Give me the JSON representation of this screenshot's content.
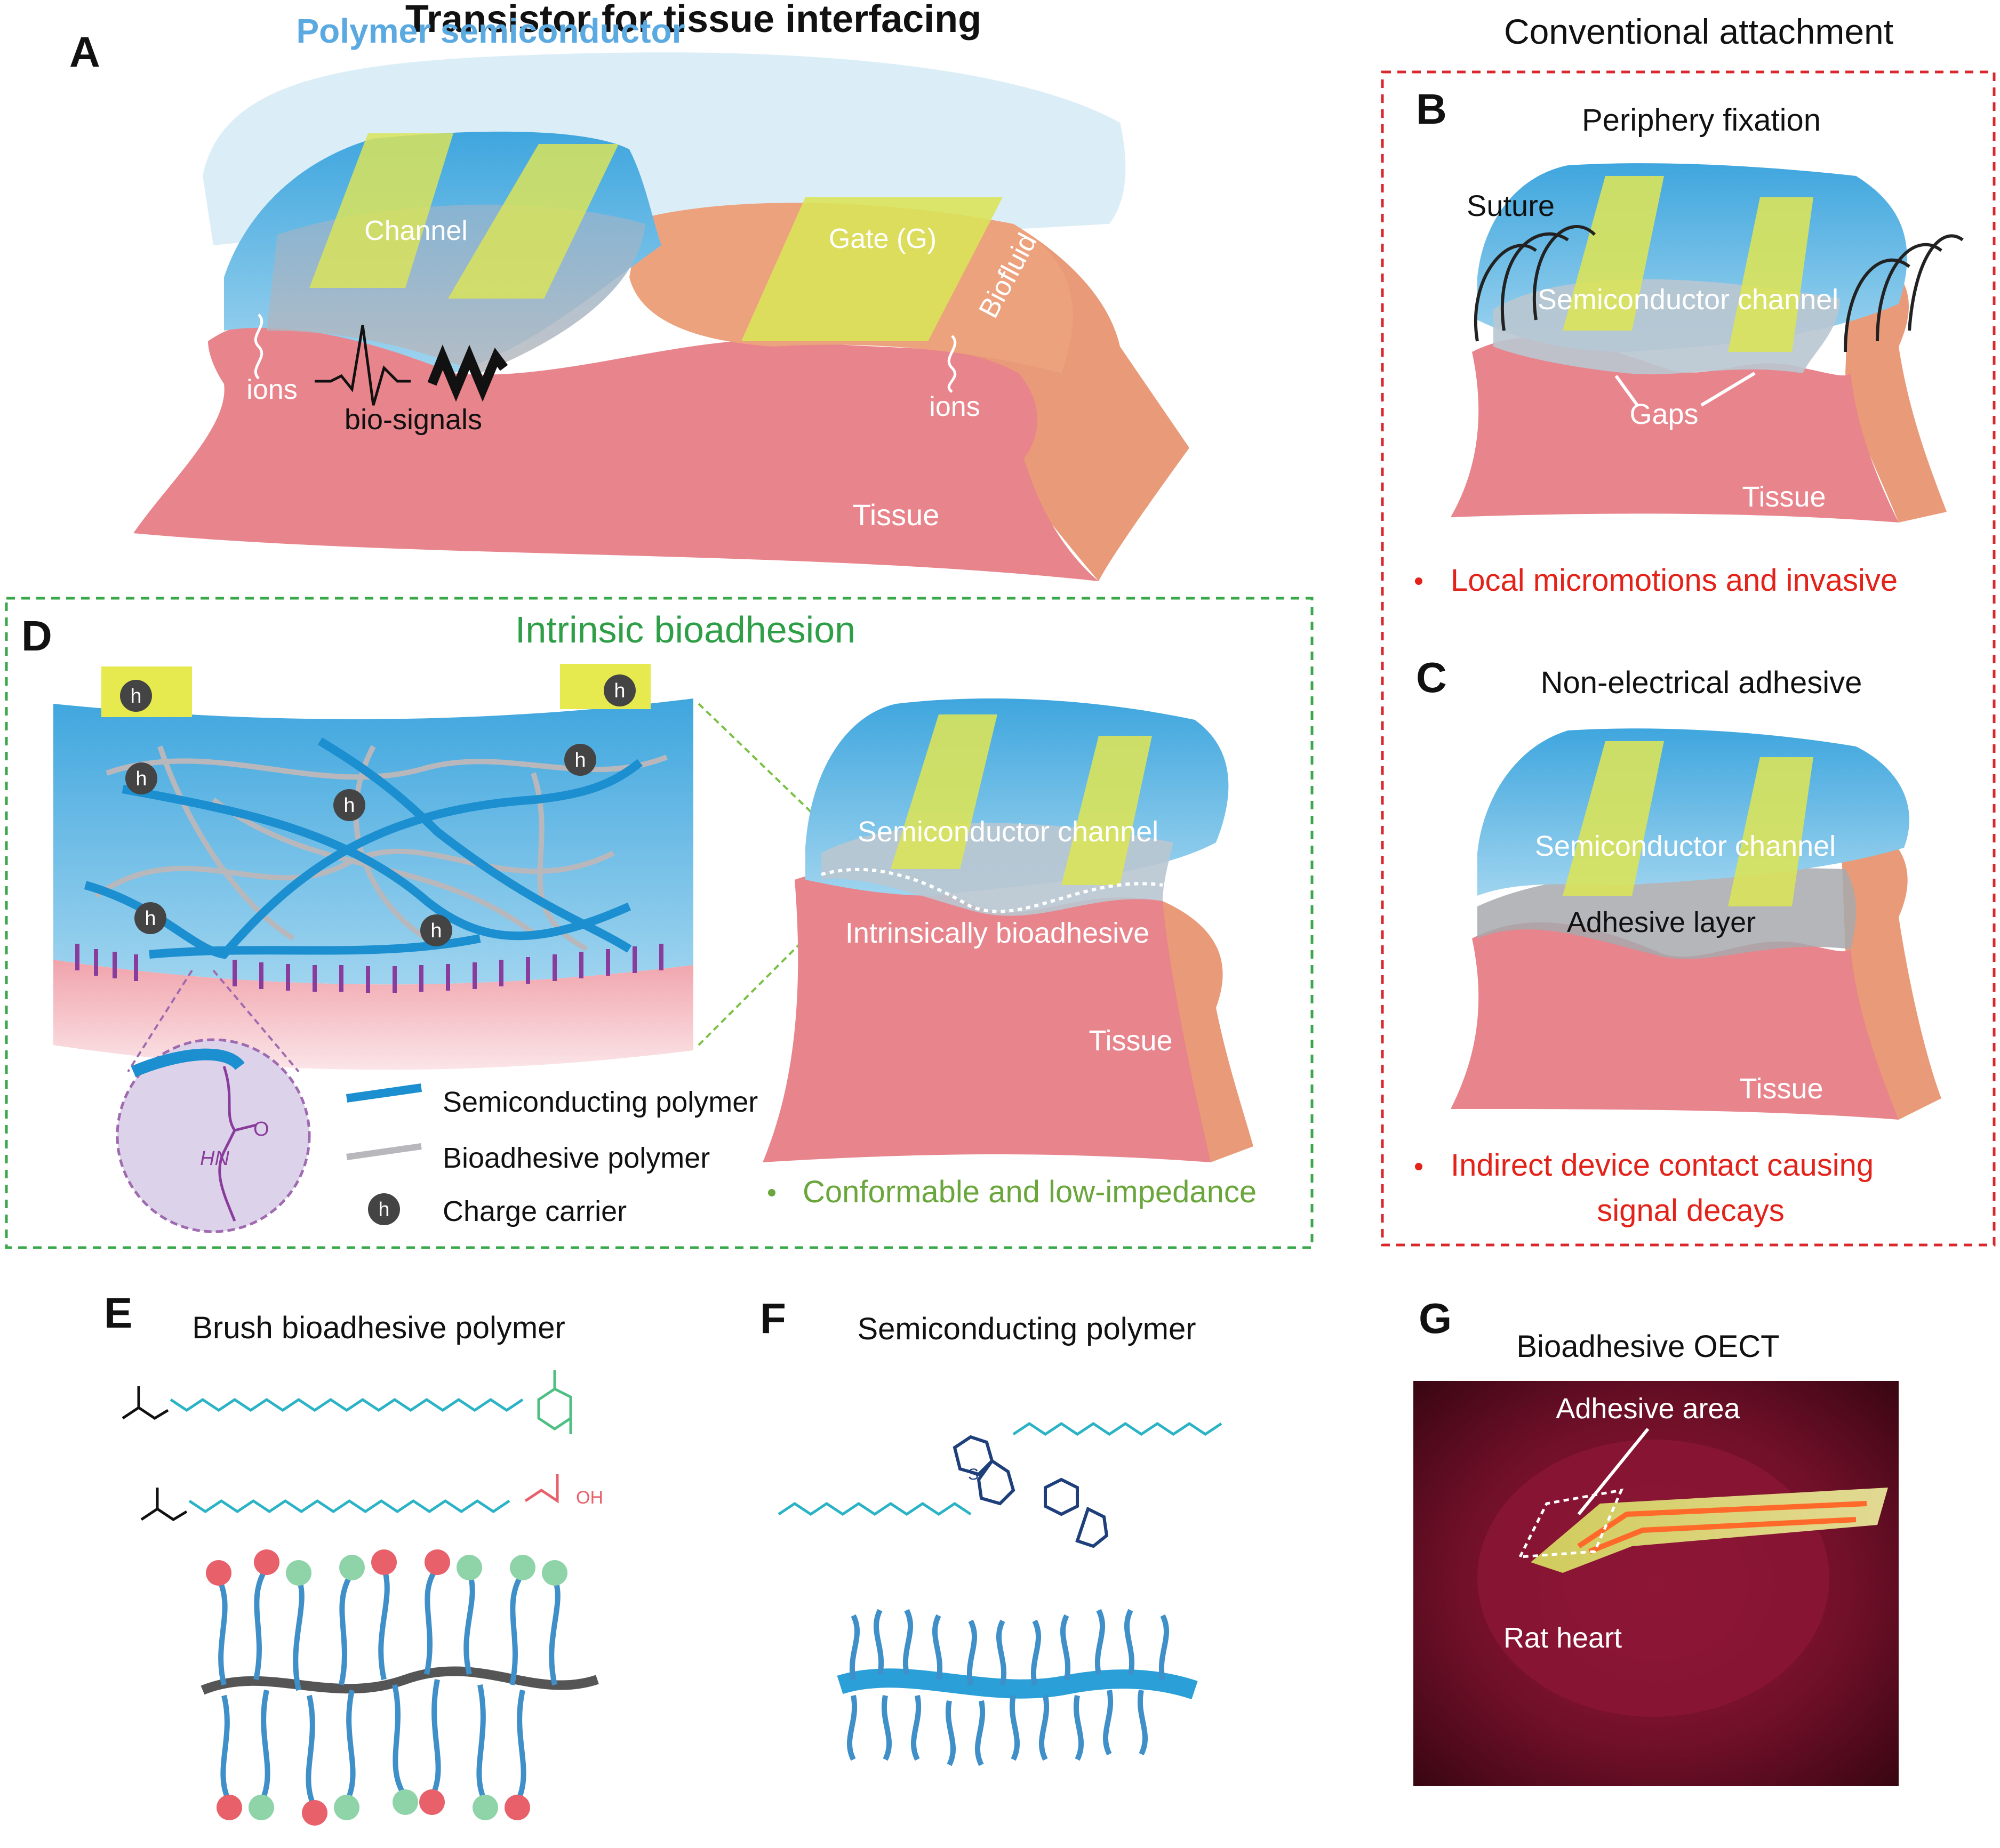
{
  "panels": {
    "A": {
      "label": "A",
      "title": "Transistor for tissue interfacing",
      "semiconductor": "Polymer semiconductor",
      "channel": "Channel",
      "gate": "Gate (G)",
      "biofluid": "Biofluid",
      "ions_left": "ions",
      "ions_right": "ions",
      "biosignals": "bio-signals",
      "tissue": "Tissue"
    },
    "conventional_title": "Conventional attachment",
    "B": {
      "label": "B",
      "title": "Periphery fixation",
      "suture": "Suture",
      "channel": "Semiconductor channel",
      "gaps": "Gaps",
      "tissue": "Tissue",
      "note": "Local micromotions and invasive"
    },
    "C": {
      "label": "C",
      "title": "Non-electrical adhesive",
      "channel": "Semiconductor channel",
      "adhesive": "Adhesive layer",
      "tissue": "Tissue",
      "note_line1": "Indirect device contact causing",
      "note_line2": "signal decays"
    },
    "D": {
      "label": "D",
      "title": "Intrinsic bioadhesion",
      "carrier": "h",
      "channel": "Semiconductor channel",
      "bioadhesive": "Intrinsically bioadhesive",
      "tissue": "Tissue",
      "legend": [
        "Semiconducting polymer",
        "Bioadhesive polymer",
        "Charge carrier"
      ],
      "note": "Conformable and low-impedance",
      "chem_hn": "HN",
      "chem_o": "O"
    },
    "E": {
      "label": "E",
      "title": "Brush bioadhesive polymer",
      "oh": "OH"
    },
    "F": {
      "label": "F",
      "title": "Semiconducting polymer",
      "s": "S"
    },
    "G": {
      "label": "G",
      "title": "Bioadhesive OECT",
      "adhesive_area": "Adhesive area",
      "rat_heart": "Rat heart"
    }
  },
  "colors": {
    "semiconductor": "#5fb4e4",
    "gold": "#d9e35a",
    "tissue": "#e8848c",
    "side": "#e99a78",
    "red_note": "#e32219",
    "green_note": "#6aa63b",
    "green_title": "#2e9e47",
    "green_box": "#3aa84a",
    "red_box": "#d9272d",
    "chain_teal": "#2ab3c5",
    "chain_red": "#e8606a"
  }
}
